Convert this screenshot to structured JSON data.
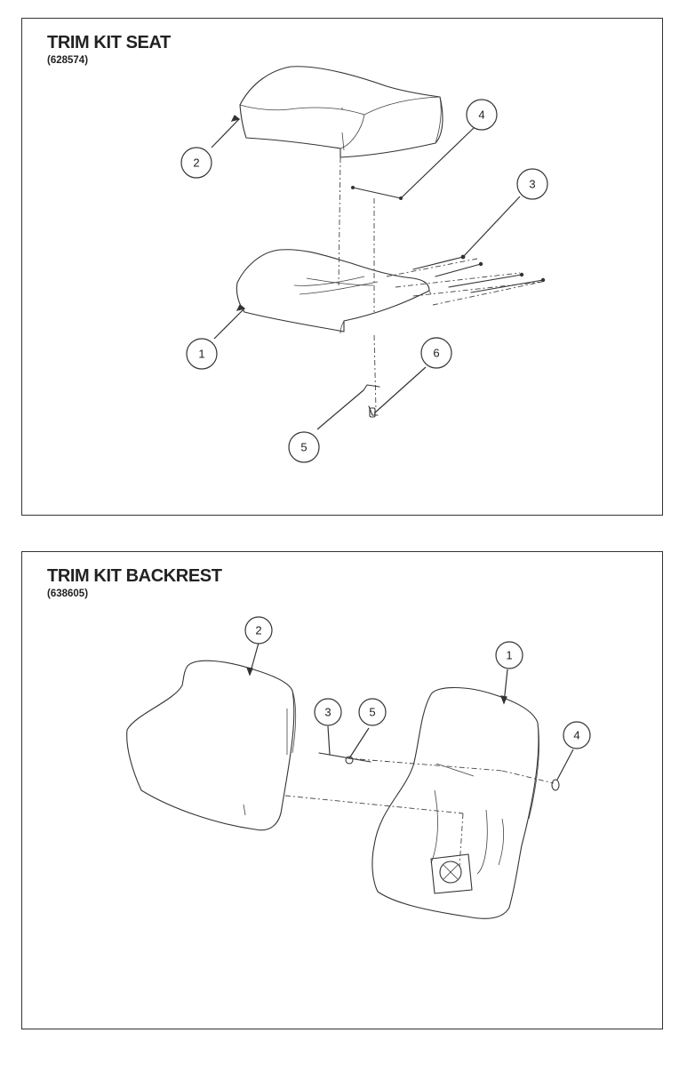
{
  "panels": [
    {
      "title": "TRIM KIT SEAT",
      "part_number": "(628574)",
      "callouts": [
        "1",
        "2",
        "3",
        "4",
        "5",
        "6"
      ]
    },
    {
      "title": "TRIM KIT BACKREST",
      "part_number": "(638605)",
      "callouts": [
        "1",
        "2",
        "3",
        "4",
        "5"
      ]
    }
  ]
}
